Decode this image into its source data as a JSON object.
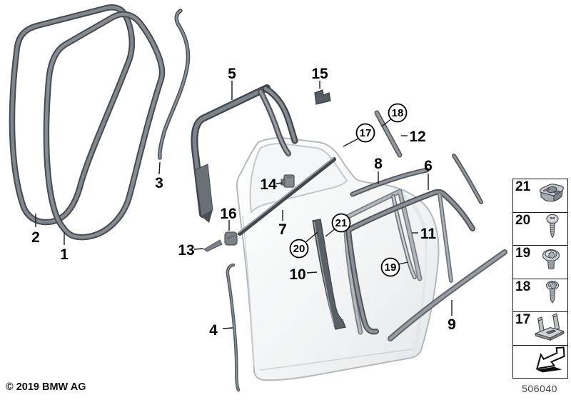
{
  "drawing": {
    "callouts": [
      "1",
      "2",
      "3",
      "4",
      "5",
      "6",
      "7",
      "8",
      "9",
      "10",
      "11",
      "12",
      "13",
      "14",
      "15",
      "16"
    ],
    "circled_callouts": [
      "17",
      "18",
      "19",
      "20",
      "21"
    ]
  },
  "sidebar": {
    "items": [
      {
        "label": "21",
        "icon": "cage-nut-icon"
      },
      {
        "label": "20",
        "icon": "self-tapping-screw-icon"
      },
      {
        "label": "19",
        "icon": "flange-head-screw-icon"
      },
      {
        "label": "18",
        "icon": "pan-head-screw-icon"
      },
      {
        "label": "17",
        "icon": "retaining-bracket-icon"
      }
    ],
    "direction_icon": "direction-arrow-icon"
  },
  "footer": {
    "copyright": "© 2019 BMW AG",
    "diagram_number": "506040"
  },
  "colors": {
    "background": "#ffffff",
    "line_dark": "#3f444a",
    "line_mid": "#878d93",
    "line_light": "#c9cdd2",
    "door_fill": "#f6f7f8",
    "label": "#000000"
  }
}
